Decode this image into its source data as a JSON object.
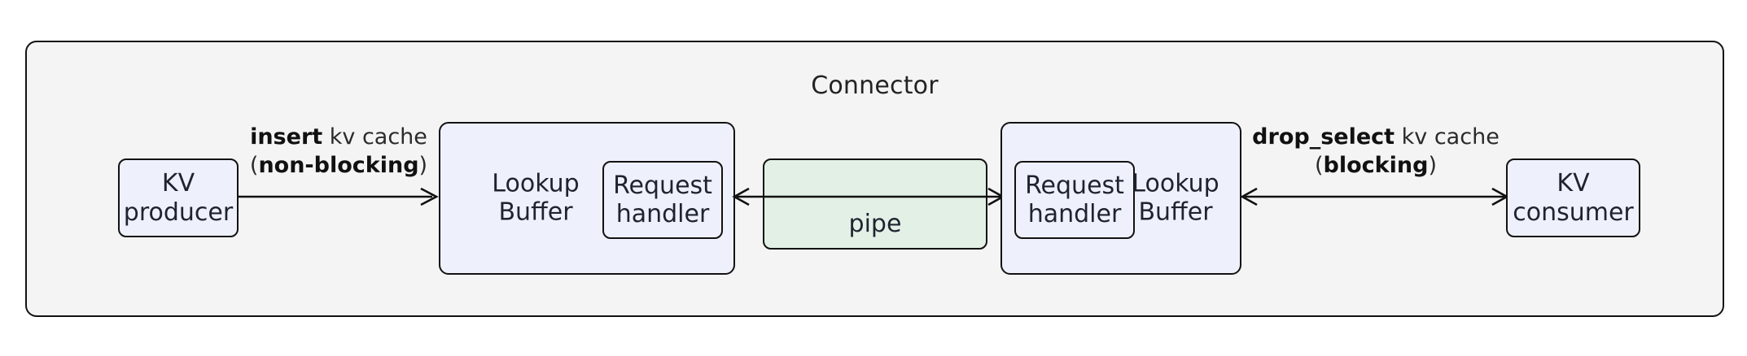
{
  "diagram": {
    "type": "architecture-block-diagram",
    "container": {
      "title": "Connector",
      "fill": "#f4f4f4",
      "stroke": "#121212"
    },
    "colors": {
      "node_blue": "#eef1fc",
      "node_green": "#e2f0e6",
      "stroke": "#121212",
      "text": "#1f2330",
      "page_background": "#ffffff"
    },
    "nodes": [
      {
        "id": "kv-producer",
        "label_line1": "KV",
        "label_line2": "producer",
        "fill": "#eef1fc"
      },
      {
        "id": "lookup-buffer-left",
        "label_line1": "Lookup",
        "label_line2": "Buffer",
        "fill": "#eef1fc"
      },
      {
        "id": "request-handler-left",
        "label_line1": "Request",
        "label_line2": "handler",
        "fill": "#eef1fc"
      },
      {
        "id": "pipe",
        "label_line1": "pipe",
        "label_line2": "",
        "fill": "#e2f0e6"
      },
      {
        "id": "request-handler-right",
        "label_line1": "Request",
        "label_line2": "handler",
        "fill": "#eef1fc"
      },
      {
        "id": "lookup-buffer-right",
        "label_line1": "Lookup",
        "label_line2": "Buffer",
        "fill": "#eef1fc"
      },
      {
        "id": "kv-consumer",
        "label_line1": "KV",
        "label_line2": "consumer",
        "fill": "#eef1fc"
      }
    ],
    "edges": [
      {
        "id": "insert-edge",
        "from": "kv-producer",
        "to": "lookup-buffer-left",
        "direction": "single",
        "label_line1_bold": "insert",
        "label_line1_rest": " kv cache",
        "label_line2_prefix": "(",
        "label_line2_bold": "non-blocking",
        "label_line2_suffix": ")"
      },
      {
        "id": "pipe-edge",
        "from": "lookup-buffer-left",
        "to": "request-handler-right",
        "direction": "double",
        "label_line1_bold": "",
        "label_line1_rest": "",
        "label_line2_prefix": "",
        "label_line2_bold": "",
        "label_line2_suffix": ""
      },
      {
        "id": "drop-select-edge",
        "from": "lookup-buffer-right",
        "to": "kv-consumer",
        "direction": "double",
        "label_line1_bold": "drop_select",
        "label_line1_rest": " kv cache",
        "label_line2_prefix": "(",
        "label_line2_bold": "blocking",
        "label_line2_suffix": ")"
      }
    ]
  }
}
